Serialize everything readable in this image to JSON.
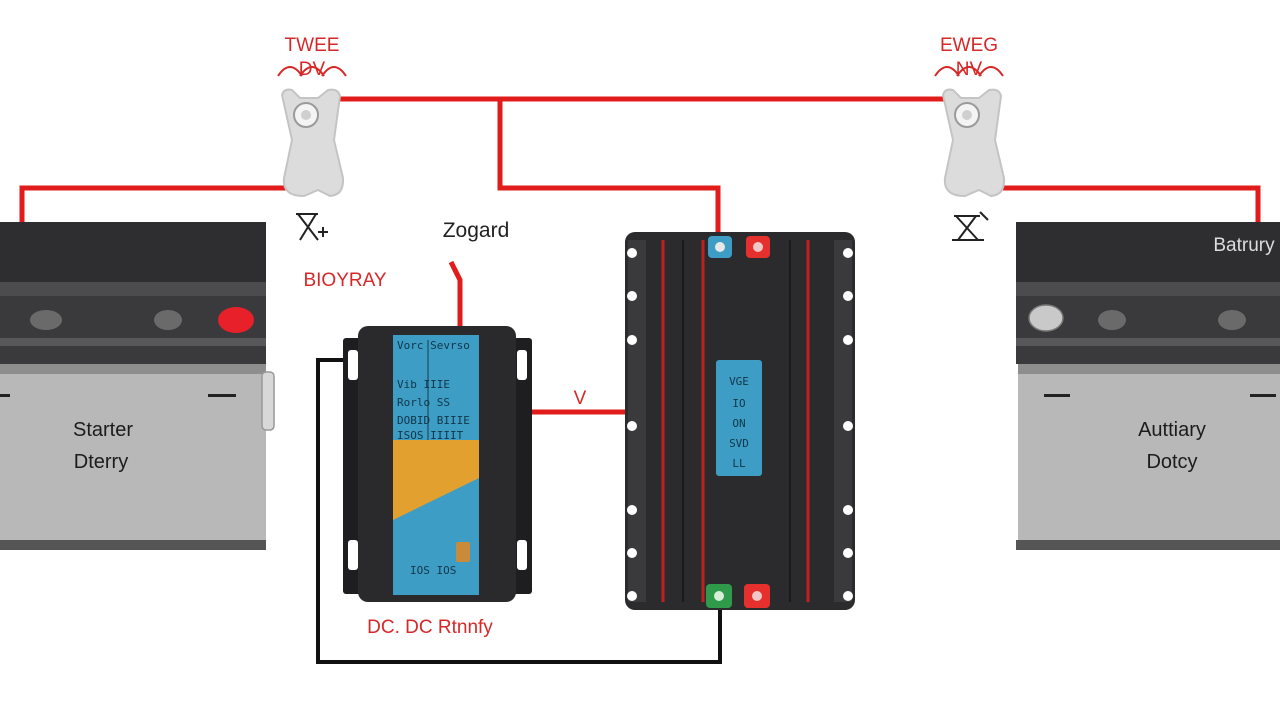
{
  "colors": {
    "positive_wire": "#e21b1b",
    "negative_wire": "#111111",
    "battery_top": "#3a3a3c",
    "battery_body": "#b7b7b7",
    "terminal_positive": "#e8202a",
    "panel_blue": "#3d9dc4",
    "panel_orange": "#e2a02e",
    "label_red": "#d62828"
  },
  "icons": {
    "fuse_left": "fuse-holder-icon",
    "fuse_right": "fuse-holder-icon",
    "ground_left": "ground-symbol-icon",
    "ground_right": "ground-symbol-icon"
  },
  "labels": {
    "fuse_left_top": "TWEE",
    "fuse_left_bottom": "DV",
    "fuse_right_top": "EWEG",
    "fuse_right_bottom": "NV",
    "zogard": "Zogard",
    "biovray": "BIOYRAY",
    "v_mark": "V",
    "dc_dc": "DC. DC Rtnnfy",
    "right_battery_tag": "Batrury"
  },
  "starter_battery": {
    "line1": "Starter",
    "line2": "Dterry"
  },
  "aux_battery": {
    "line1": "Auttiary",
    "line2": "Dotcy"
  },
  "charger_screen": {
    "rows": [
      "Vorc  Sevrso",
      "Vib  IIIE",
      "Rorlo  SS",
      "DOBID  BIIIE",
      "ISOS  IIIIT"
    ],
    "footer": "IOS  IOS"
  },
  "controller_screen": {
    "lines": [
      "VGE",
      "IO",
      "ON",
      "SVD",
      "LL"
    ]
  }
}
